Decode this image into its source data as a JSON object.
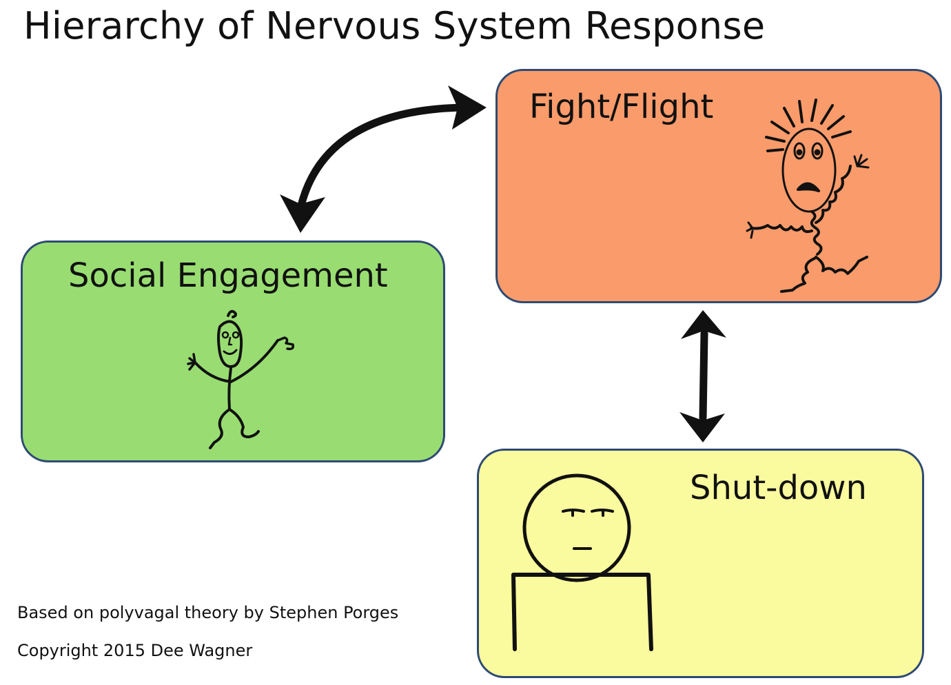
{
  "title": "Hierarchy of Nervous System Response",
  "states": {
    "social": {
      "label": "Social Engagement",
      "color": "#99dd72"
    },
    "fight": {
      "label": "Fight/Flight",
      "color": "#fa9b6b"
    },
    "shutdown": {
      "label": "Shut-down",
      "color": "#fafa9e"
    }
  },
  "border_color": "#2d4a73",
  "footer": {
    "credit": "Based on polyvagal theory by Stephen Porges",
    "copyright": "Copyright 2015 Dee Wagner"
  },
  "icons": [
    "double-arrow-icon",
    "calm-stick-figure-icon",
    "scared-stick-figure-icon",
    "shut-down-face-icon"
  ]
}
